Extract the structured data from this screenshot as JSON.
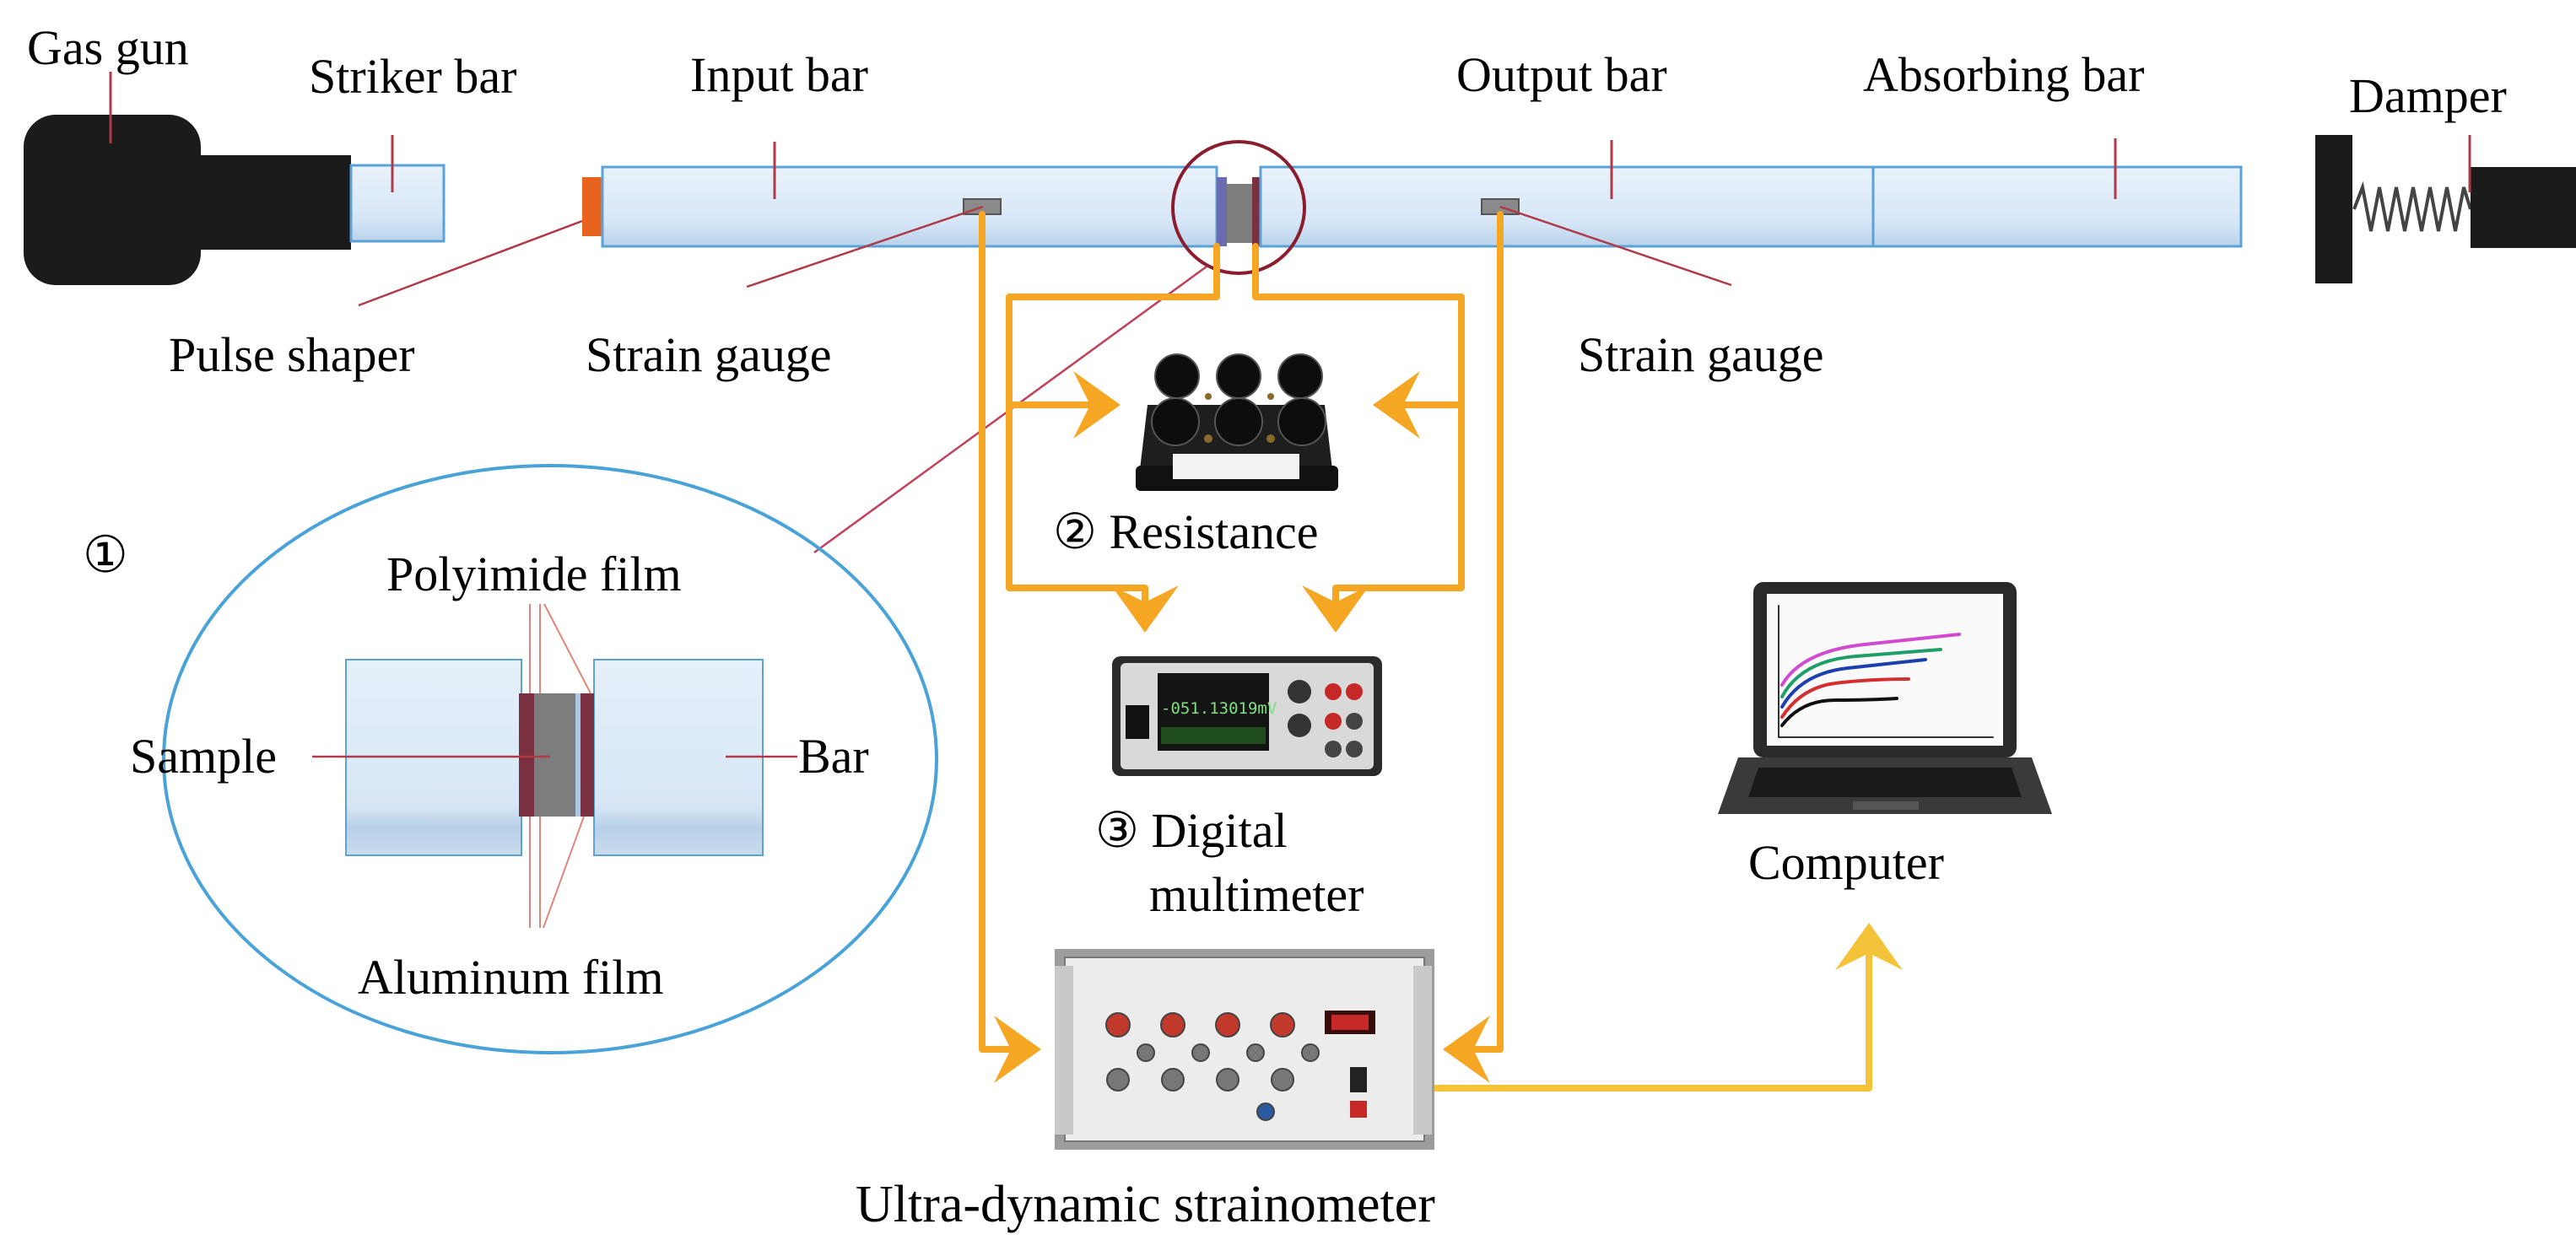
{
  "labels": {
    "gas_gun": "Gas gun",
    "striker_bar": "Striker bar",
    "input_bar": "Input  bar",
    "output_bar": "Output bar",
    "absorbing_bar": "Absorbing bar",
    "damper": "Damper",
    "pulse_shaper": "Pulse shaper",
    "strain_gauge_left": "Strain gauge",
    "strain_gauge_right": "Strain gauge",
    "resistance": "② Resistance",
    "multimeter_line1": "③ Digital",
    "multimeter_line2": "multimeter",
    "strainometer": "Ultra-dynamic strainometer",
    "computer": "Computer"
  },
  "inset": {
    "marker": "①",
    "polyimide": "Polyimide film",
    "sample": "Sample",
    "bar": "Bar",
    "aluminum": "Aluminum film"
  },
  "multimeter_display": "-051.13019mV",
  "colors": {
    "bar_fill": "#dbe9f8",
    "bar_stroke": "#5ba3d6",
    "wire_orange": "#f5a623",
    "leader_line": "#b03a48",
    "ellipse_stroke": "#4aa3d8",
    "pulse_shaper": "#e8641e",
    "film_polyimide": "#7a3040",
    "sample_gray": "#7d7d7d"
  }
}
